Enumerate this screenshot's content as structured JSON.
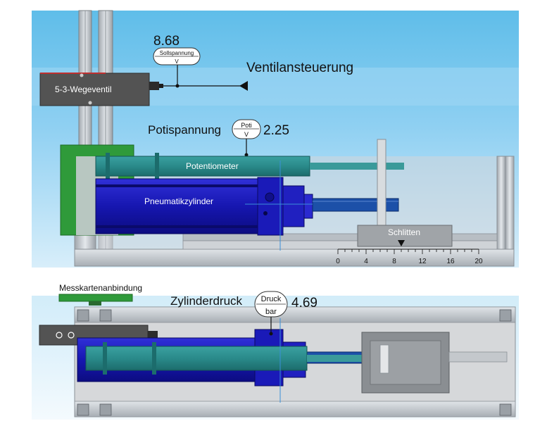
{
  "measurements": {
    "setpoint": {
      "value": "8.68",
      "name": "Sollspannung",
      "unit": "V"
    },
    "poti": {
      "label": "Potispannung",
      "value": "2.25",
      "name": "Poti",
      "unit": "V"
    },
    "pressure": {
      "label": "Zylinderdruck",
      "value": "4.69",
      "name": "Druck",
      "unit": "bar"
    }
  },
  "labels": {
    "valve": "5-3-Wegeventil",
    "valve_control": "Ventilansteuerung",
    "potentiometer": "Potentiometer",
    "cylinder": "Pneumatikzylinder",
    "carriage": "Schlitten",
    "card_connection": "Messkartenanbindung"
  },
  "scale": {
    "ticks": [
      "0",
      "4",
      "8",
      "12",
      "16",
      "20"
    ],
    "pointer_value": 9
  },
  "colors": {
    "sky_top": "#6bc2ec",
    "sky_bottom": "#d6eefb",
    "cylinder_blue": "#1a1ab8",
    "rod_teal": "#2a8a8a",
    "frame_grey": "#c8ccd0",
    "pcb_green": "#2f9a3a",
    "valve_dark": "#505050"
  }
}
